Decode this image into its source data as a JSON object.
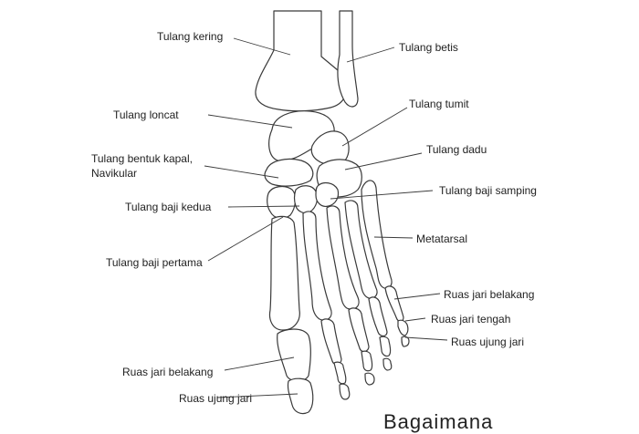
{
  "labels": {
    "tulang_kering": "Tulang kering",
    "tulang_betis": "Tulang betis",
    "tulang_loncat": "Tulang loncat",
    "tulang_tumit": "Tulang tumit",
    "navikular_line1": "Tulang bentuk kapal,",
    "navikular_line2": "Navikular",
    "tulang_dadu": "Tulang dadu",
    "baji_kedua": "Tulang baji kedua",
    "baji_samping": "Tulang baji samping",
    "metatarsal": "Metatarsal",
    "baji_pertama": "Tulang baji pertama",
    "ruas_belakang_right": "Ruas jari belakang",
    "ruas_tengah": "Ruas jari tengah",
    "ruas_ujung_right": "Ruas ujung jari",
    "ruas_belakang_left": "Ruas jari belakang",
    "ruas_ujung_left": "Ruas ujung jari"
  },
  "watermark": "Bagaimana"
}
